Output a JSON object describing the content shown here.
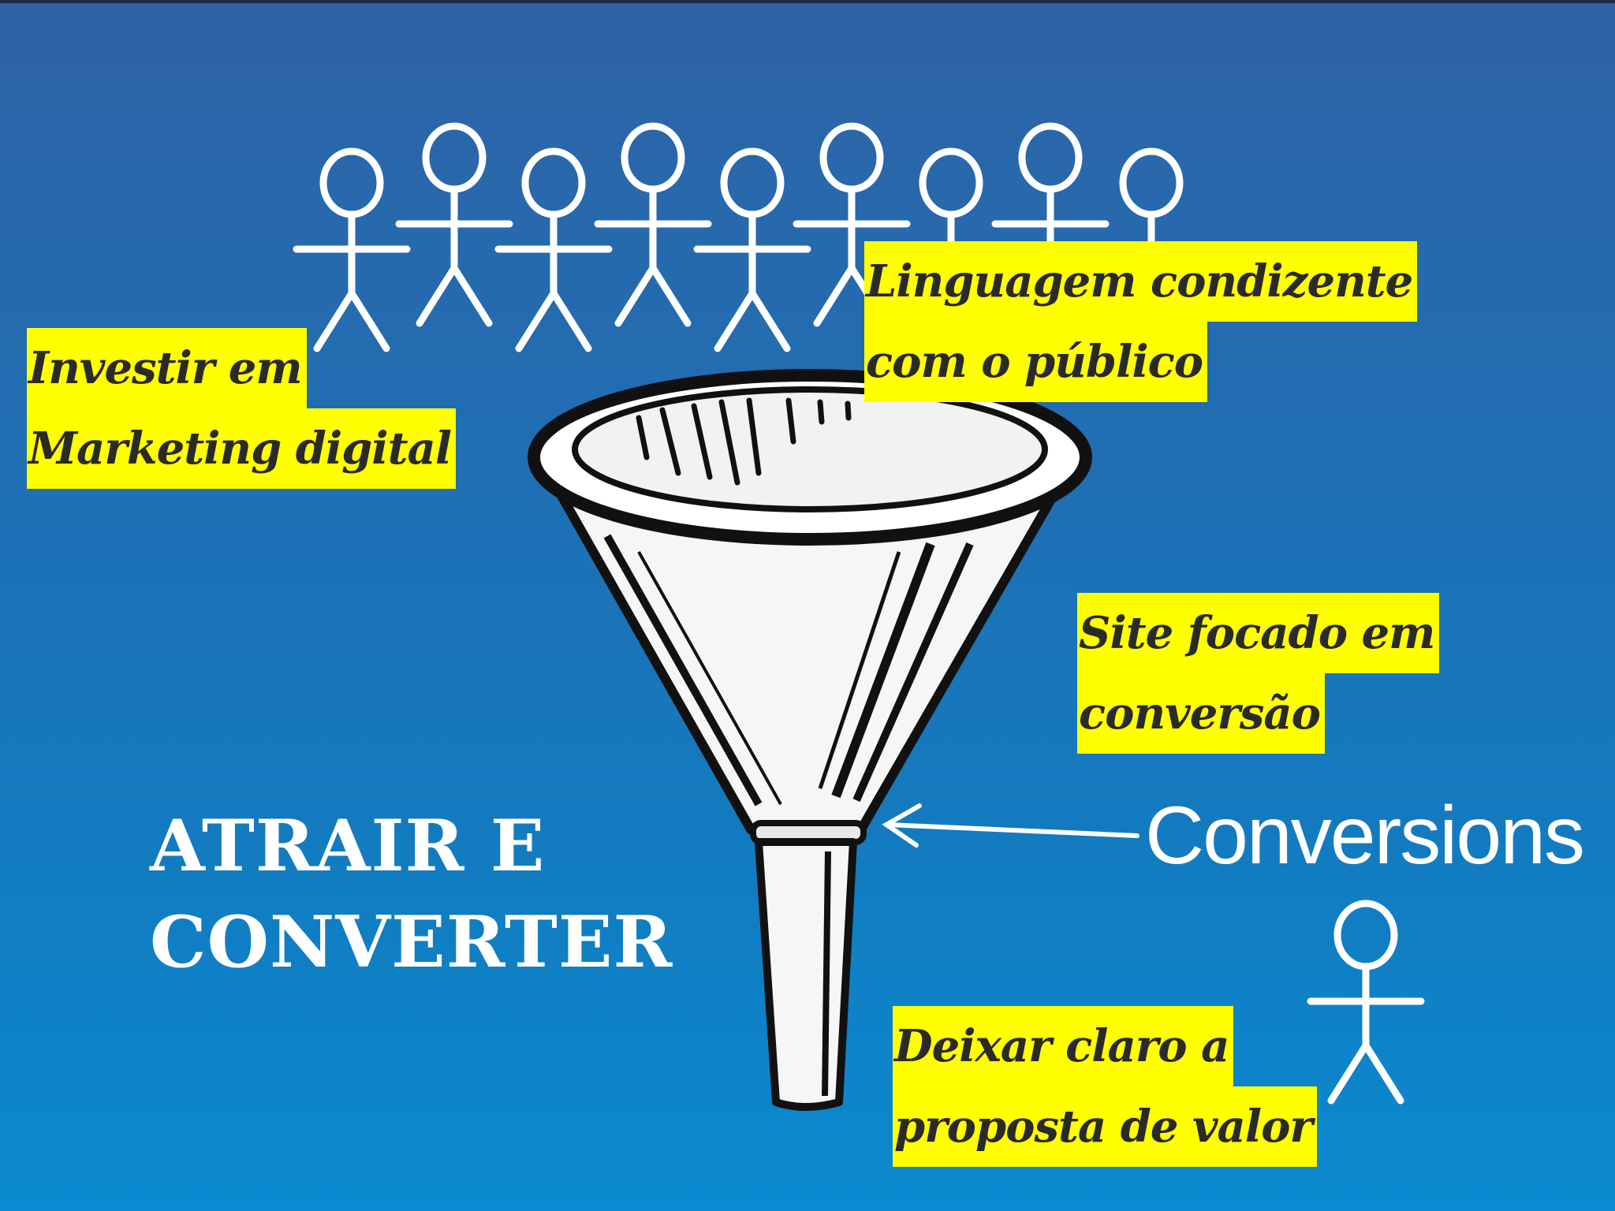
{
  "labels": {
    "investir": [
      "Investir em",
      "Marketing digital"
    ],
    "linguagem": [
      "Linguagem condizente",
      "com o público"
    ],
    "site": [
      "Site focado em",
      "conversão"
    ],
    "deixar": [
      "Deixar claro a",
      "proposta de valor"
    ]
  },
  "title": [
    "ATRAIR E",
    "CONVERTER"
  ],
  "conversions_label": "Conversions",
  "icons": {
    "crowd": "stick-figure-icon",
    "funnel": "funnel-icon",
    "converted": "stick-figure-icon",
    "arrow": "arrow-left-icon"
  },
  "colors": {
    "highlight": "#ffff00",
    "background": "#1f6fb4",
    "text_dark": "#2a2a26",
    "text_light": "#ffffff"
  }
}
